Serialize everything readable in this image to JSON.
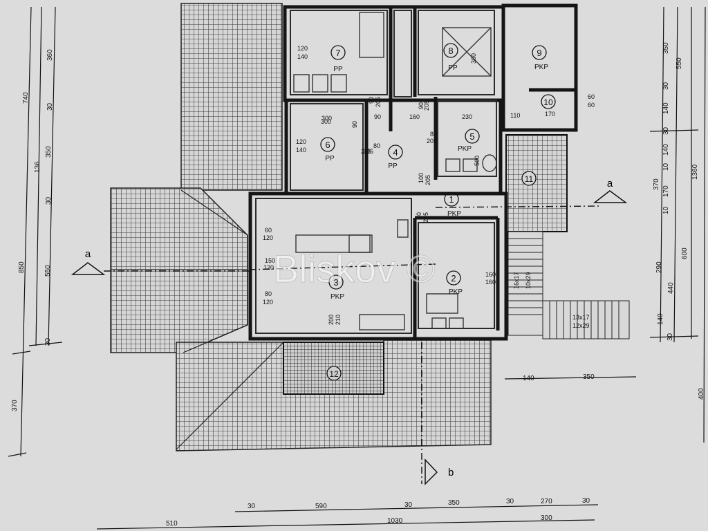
{
  "watermark": "Bliskov ©",
  "rooms": [
    {
      "id": "1",
      "label": "1",
      "type": "PKP"
    },
    {
      "id": "2",
      "label": "2",
      "type": "PKP"
    },
    {
      "id": "3",
      "label": "3",
      "type": "PKP"
    },
    {
      "id": "4",
      "label": "4",
      "type": "PP"
    },
    {
      "id": "5",
      "label": "5",
      "type": "PKP"
    },
    {
      "id": "6",
      "label": "6",
      "type": "PP"
    },
    {
      "id": "7",
      "label": "7",
      "type": "PP"
    },
    {
      "id": "8",
      "label": "8",
      "type": "PP"
    },
    {
      "id": "9",
      "label": "9",
      "type": "PKP"
    },
    {
      "id": "10",
      "label": "10",
      "type": ""
    },
    {
      "id": "11",
      "label": "11",
      "type": ""
    },
    {
      "id": "12",
      "label": "12",
      "type": ""
    }
  ],
  "section_markers": {
    "a_left": "a",
    "a_right": "a",
    "b": "b"
  },
  "left_dims": [
    "740",
    "136",
    "850",
    "370"
  ],
  "left_inner_dims": [
    "360",
    "30",
    "350",
    "30",
    "550",
    "30"
  ],
  "right_dims": [
    "350",
    "30",
    "140",
    "30",
    "140",
    "10",
    "370",
    "170",
    "10",
    "290",
    "440",
    "140",
    "30",
    "600",
    "550",
    "1360",
    "400"
  ],
  "bottom_dims": [
    "30",
    "590",
    "30",
    "350",
    "30",
    "270",
    "30",
    "510",
    "1030",
    "300"
  ],
  "right_lower_dims": [
    "140",
    "350"
  ],
  "interior_dims": [
    "120",
    "140",
    "300",
    "120",
    "140",
    "90",
    "205",
    "90",
    "160",
    "90",
    "205",
    "80",
    "205",
    "230",
    "110",
    "170",
    "60",
    "60",
    "100",
    "205",
    "90",
    "205",
    "60",
    "120",
    "150",
    "120",
    "80",
    "120",
    "200",
    "210",
    "160",
    "160",
    "500",
    "90",
    "205",
    "300",
    "360",
    "16x17",
    "10x29",
    "13x17",
    "12x29",
    "80",
    "205"
  ]
}
